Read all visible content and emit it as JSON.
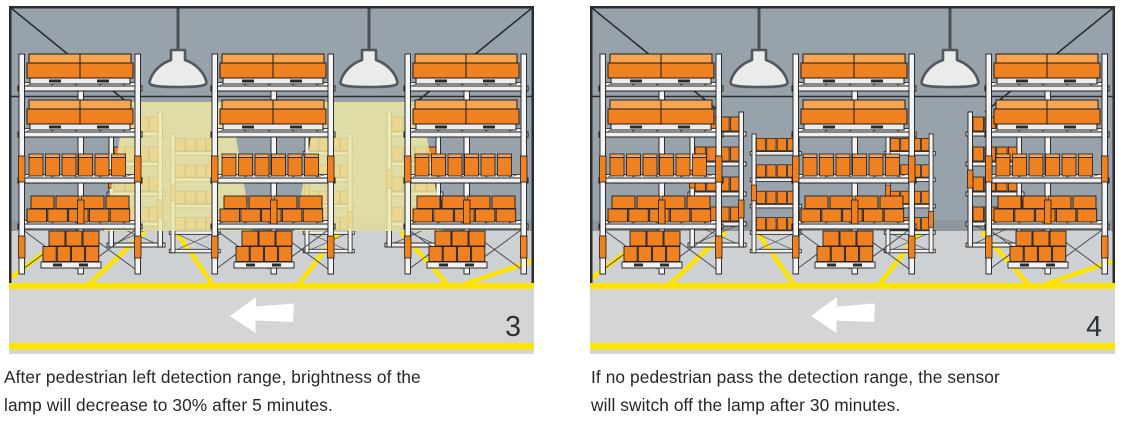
{
  "figure": {
    "panels": [
      {
        "number": "3",
        "caption_line1": "After pedestrian left detection range, brightness of the",
        "caption_line2": "lamp will decrease to 30% after 5 minutes.",
        "lamp_state": "dimmed to 30%",
        "light_beams_visible": true,
        "arrow_direction": "left"
      },
      {
        "number": "4",
        "caption_line1": "If no pedestrian pass the detection range, the sensor",
        "caption_line2": "will switch off the lamp after 30 minutes.",
        "lamp_state": "off",
        "light_beams_visible": false,
        "arrow_direction": "left"
      }
    ],
    "colors": {
      "wall": "#98a2aa",
      "floor": "#ced1d3",
      "floor_shadow": "#8f979e",
      "walkway": "#d3d5d7",
      "line_yellow": "#ffe400",
      "box_orange": "#ef8120",
      "box_orange_top": "#f7a452",
      "rack_white": "#f4f4f4",
      "outline": "#1c1c1c",
      "beam_light": "#ebe6a4",
      "lamp_fill": "#eaebeb",
      "lamp_stroke": "#54585c",
      "arrow_white": "#ffffff",
      "number_color": "#2c3136",
      "caption_color": "#25262c",
      "frame": "#2b2d30"
    }
  }
}
